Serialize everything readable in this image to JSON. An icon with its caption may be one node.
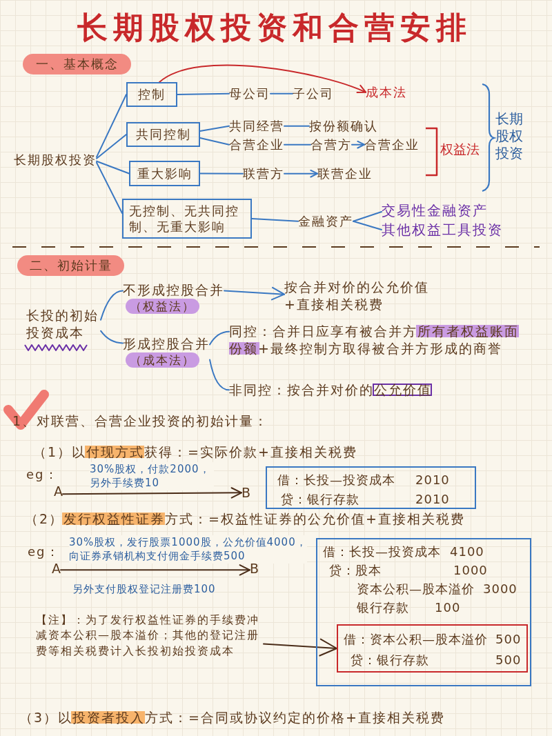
{
  "diagram": {
    "title": "长期股权投资和合营安排",
    "nodes": [
      {
        "text": [
          "一、基本概念"
        ]
      },
      {
        "text": [
          "长期股权投资"
        ]
      },
      {
        "text": [
          "控制"
        ]
      },
      {
        "text": [
          "共同控制"
        ]
      },
      {
        "text": [
          "重大影响"
        ]
      },
      {
        "text": [
          "无控制、无共同控制、无重大影响"
        ]
      },
      {
        "text": [
          "母公司"
        ]
      },
      {
        "text": [
          "子公司"
        ]
      },
      {
        "text": [
          "成本法"
        ]
      },
      {
        "text": [
          "共同经营"
        ]
      },
      {
        "text": [
          "按份额确认"
        ]
      },
      {
        "text": [
          "合营企业"
        ]
      },
      {
        "text": [
          "合营方"
        ]
      },
      {
        "text": [
          "合营企业"
        ]
      },
      {
        "text": [
          "联营方"
        ]
      },
      {
        "text": [
          "联营企业"
        ]
      },
      {
        "text": [
          "权益法"
        ]
      },
      {
        "text": [
          "长期股权投资"
        ]
      },
      {
        "text": [
          "金融资产"
        ]
      },
      {
        "text": [
          "交易性金融资产"
        ]
      },
      {
        "text": [
          "其他权益工具投资"
        ]
      },
      {
        "text": [
          "二、初始计量"
        ]
      },
      {
        "text": [
          "长投的初始投资成本"
        ]
      },
      {
        "text": [
          "不形成控股合并",
          "（权益法）"
        ]
      },
      {
        "text": [
          "按合并对价的公允价值+直接相关税费"
        ]
      },
      {
        "text": [
          "形成控股合并",
          "（成本法）"
        ]
      },
      {
        "text": [
          "同控：合并日应享有被合并方所有者权益账面份额+最终控制方取得被合并方形成的商誉"
        ]
      },
      {
        "text": [
          "非同控：按合并对价的公允价值"
        ]
      },
      {
        "text": [
          "A"
        ]
      },
      {
        "text": [
          "B"
        ]
      },
      {
        "text": [
          "借：长投—投资成本",
          "2010",
          "贷：银行存款",
          "2010"
        ]
      },
      {
        "text": [
          "A"
        ]
      },
      {
        "text": [
          "B"
        ]
      },
      {
        "text": [
          "借：长投—投资成本",
          "4100",
          "贷：股本",
          "1000",
          "资本公积—股本溢价",
          "3000",
          "银行存款",
          "100"
        ]
      },
      {
        "text": [
          "借：资本公积—股本溢价",
          "500",
          "贷：银行存款",
          "500"
        ],
        "in": 33
      },
      {
        "text": [
          "【注】：为了发行权益性证券的手续费冲减资本公积—股本溢价；其他的登记注册费等相关税费计入长投初始投资成本"
        ]
      }
    ],
    "edges": [
      {
        "from": 1,
        "to": 2,
        "arrow": "none"
      },
      {
        "from": 1,
        "to": 3,
        "arrow": "none"
      },
      {
        "from": 1,
        "to": 4,
        "arrow": "none"
      },
      {
        "from": 1,
        "to": 5,
        "arrow": "none"
      },
      {
        "from": 2,
        "to": 6,
        "arrow": "none"
      },
      {
        "from": 6,
        "to": 7,
        "arrow": "none"
      },
      {
        "from": 2,
        "to": 8,
        "arrow": "to",
        "color": "#c8282a"
      },
      {
        "from": 3,
        "to": 9,
        "arrow": "none"
      },
      {
        "from": 3,
        "to": 11,
        "arrow": "none"
      },
      {
        "from": 9,
        "to": 10,
        "arrow": "none"
      },
      {
        "from": 11,
        "to": 12,
        "arrow": "none"
      },
      {
        "from": 12,
        "to": 13,
        "arrow": "to"
      },
      {
        "from": 4,
        "to": 14,
        "arrow": "none"
      },
      {
        "from": 14,
        "to": 15,
        "arrow": "to"
      },
      {
        "from": 5,
        "to": 18,
        "arrow": "none"
      },
      {
        "from": 18,
        "to": 19,
        "arrow": "none"
      },
      {
        "from": 18,
        "to": 20,
        "arrow": "none"
      },
      {
        "from": 22,
        "to": 23,
        "arrow": "none"
      },
      {
        "from": 22,
        "to": 25,
        "arrow": "none"
      },
      {
        "from": 23,
        "to": 24,
        "arrow": "to"
      },
      {
        "from": 25,
        "to": 26,
        "arrow": "none"
      },
      {
        "from": 25,
        "to": 27,
        "arrow": "none"
      },
      {
        "from": 28,
        "to": 29,
        "arrow": "to",
        "label": "30%股权，付款2000，另外手续费10",
        "color": "#4a2c18"
      },
      {
        "from": 31,
        "to": 32,
        "arrow": "to",
        "label": "30%股权，发行股票1000股，公允价值4000，向证券承销机构支付佣金手续费500",
        "color": "#4a2c18"
      },
      {
        "from": 35,
        "to": 34,
        "arrow": "to",
        "color": "#4a2c18"
      }
    ],
    "labels": [
      "1、对联营、合营企业投资的初始计量：",
      "（1）以付现方式获得：=实际价款+直接相关税费",
      "eg：",
      "（2）发行权益性证券方式：=权益性证券的公允价值+直接相关税费",
      "eg：",
      "另外支付股权登记注册费100",
      "（3）以投资者投入方式：=合同或协议约定的价格+直接相关税费"
    ]
  }
}
